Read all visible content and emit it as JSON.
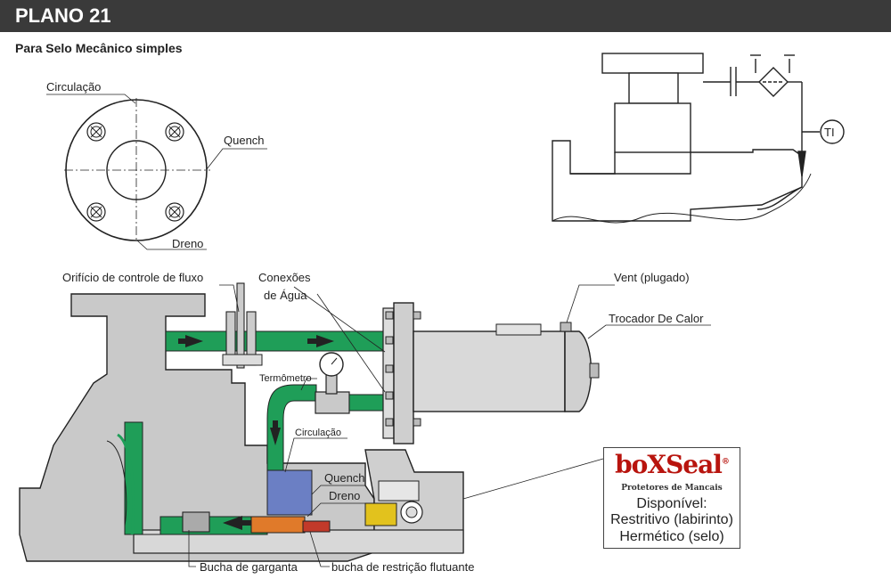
{
  "header": {
    "title": "PLANO 21"
  },
  "subtitle": "Para Selo Mecânico simples",
  "flange_labels": {
    "circulation": "Circulação",
    "quench": "Quench",
    "drain": "Dreno"
  },
  "schematic_labels": {
    "ti": "TI"
  },
  "main_labels": {
    "flow_orifice": "Orifício de controle de fluxo",
    "water_connections_1": "Conexões",
    "water_connections_2": "de Água",
    "vent": "Vent (plugado)",
    "heat_exchanger": "Trocador De Calor",
    "thermometer": "Termômetro",
    "circulation": "Circulação",
    "quench": "Quench",
    "drain": "Dreno",
    "throat_bushing": "Bucha de garganta",
    "floating_bushing": "bucha de restrição flutuante"
  },
  "logo": {
    "brand": "boXSeal",
    "registered": "®",
    "tagline": "Protetores de Mancais",
    "available_label": "Disponível:",
    "option_1": "Restritivo (labirinto)",
    "option_2": "Hermético (selo)"
  },
  "colors": {
    "header_bg": "#3a3a3a",
    "pipe_green": "#1f9e58",
    "casing_gray": "#c8c8c8",
    "logo_red": "#b8140e"
  }
}
